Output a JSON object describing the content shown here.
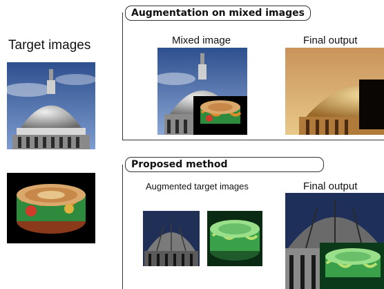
{
  "left": {
    "title": "Target images"
  },
  "panel_top": {
    "title": "Augmentation on mixed images",
    "col1_label": "Mixed image",
    "col2_label": "Final output"
  },
  "panel_bottom": {
    "title": "Proposed method",
    "col1_label": "Augmented target images",
    "col2_label": "Final output"
  },
  "colors": {
    "sky": "#3f5f9c",
    "dome": "#b8b8b8",
    "drum_green": "#2e8a3c",
    "drum_orange": "#e08a2a",
    "sepia": "#d8a84a"
  }
}
